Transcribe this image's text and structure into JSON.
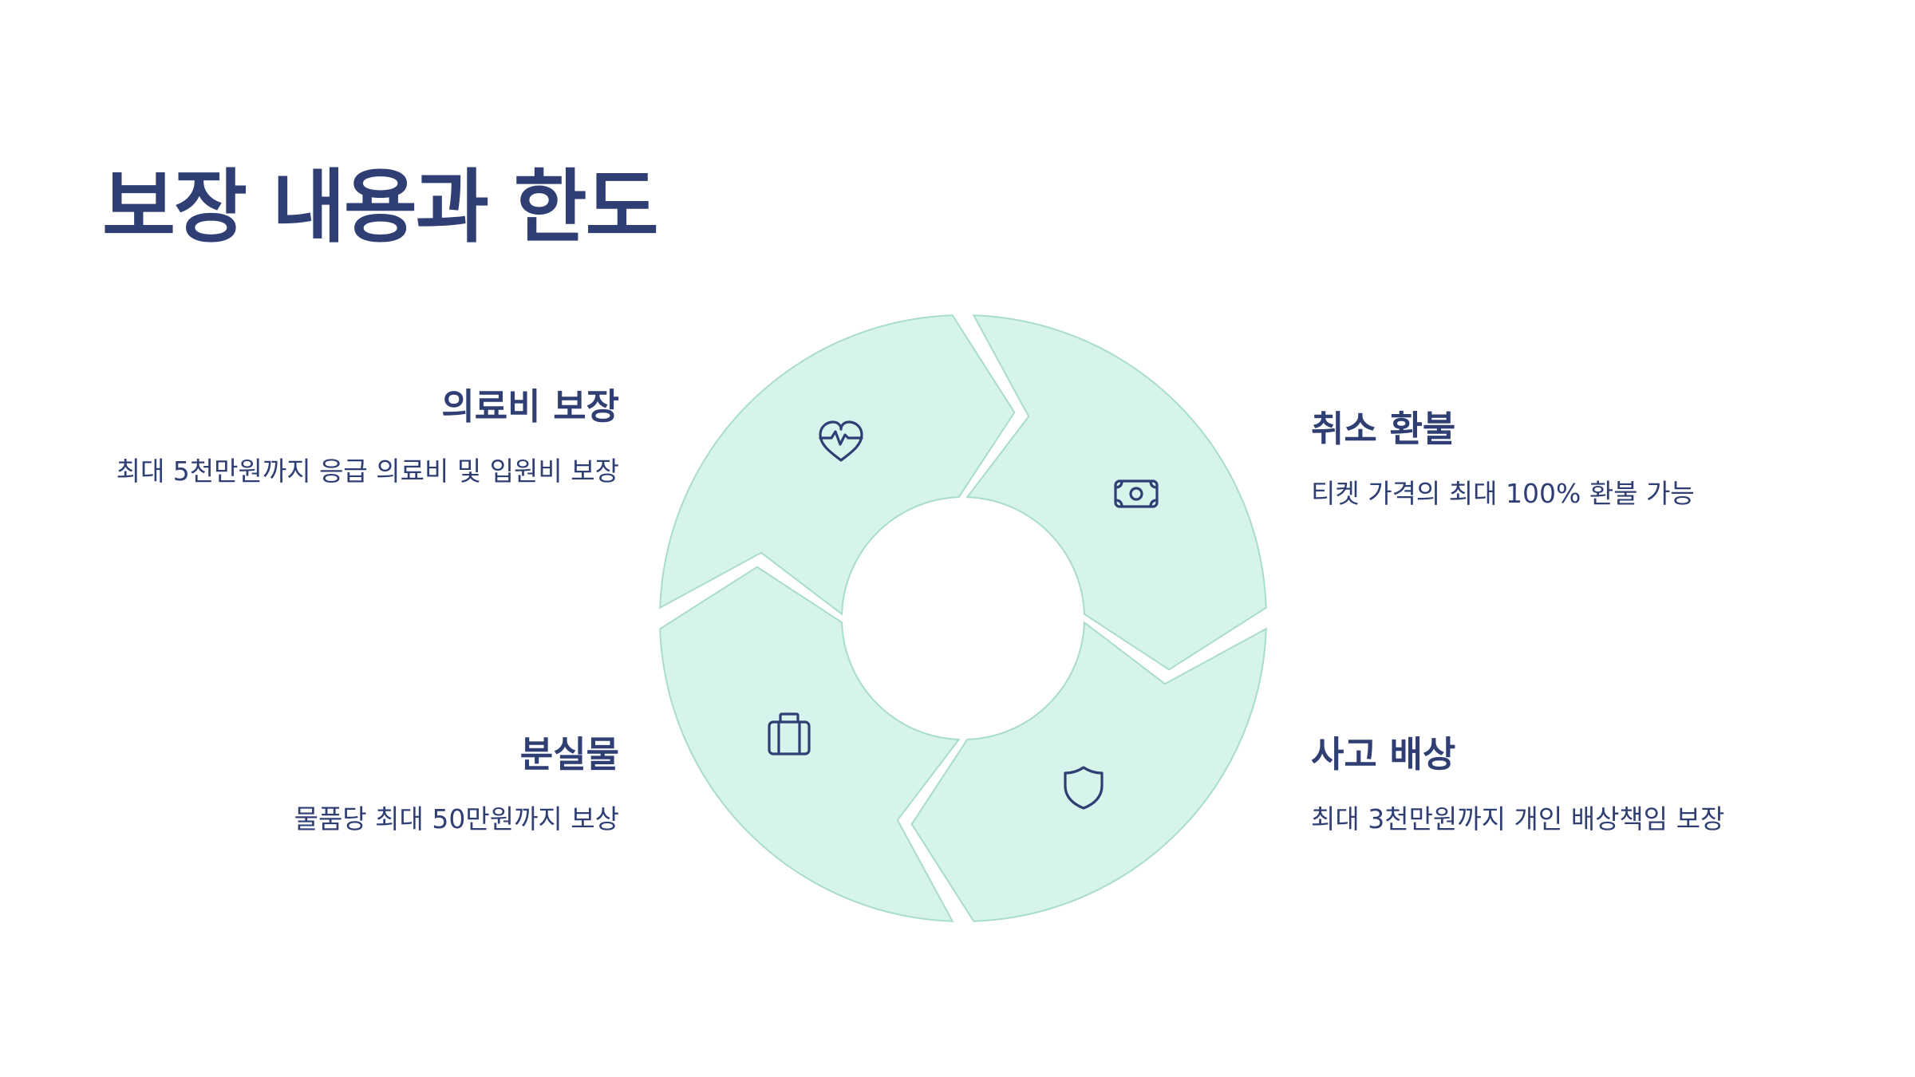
{
  "title": "보장 내용과 한도",
  "colors": {
    "title": "#2f3e73",
    "segment_fill": "#d6f4ec",
    "segment_stroke": "#a9dccc",
    "text": "#2f3e73"
  },
  "segments": [
    {
      "id": "medical",
      "heading": "의료비 보장",
      "description": "최대 5천만원까지 응급 의료비 및 입원비 보장",
      "icon": "heart-pulse-icon"
    },
    {
      "id": "refund",
      "heading": "취소 환불",
      "description": "티켓 가격의 최대 100% 환불 가능",
      "icon": "banknote-icon"
    },
    {
      "id": "liability",
      "heading": "사고 배상",
      "description": "최대 3천만원까지 개인 배상책임 보장",
      "icon": "shield-icon"
    },
    {
      "id": "lost",
      "heading": "분실물",
      "description": "물품당 최대 50만원까지 보상",
      "icon": "briefcase-icon"
    }
  ]
}
